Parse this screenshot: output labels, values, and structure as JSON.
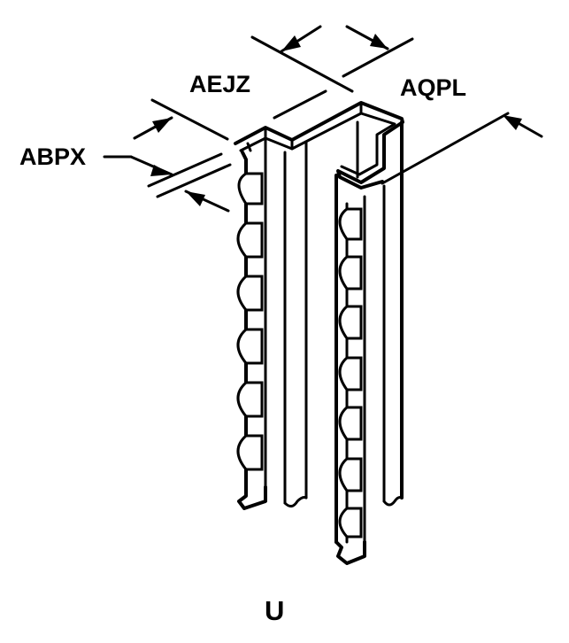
{
  "labels": {
    "abpx": "ABPX",
    "aejz": "AEJZ",
    "aqpl": "AQPL",
    "caption": "U"
  }
}
